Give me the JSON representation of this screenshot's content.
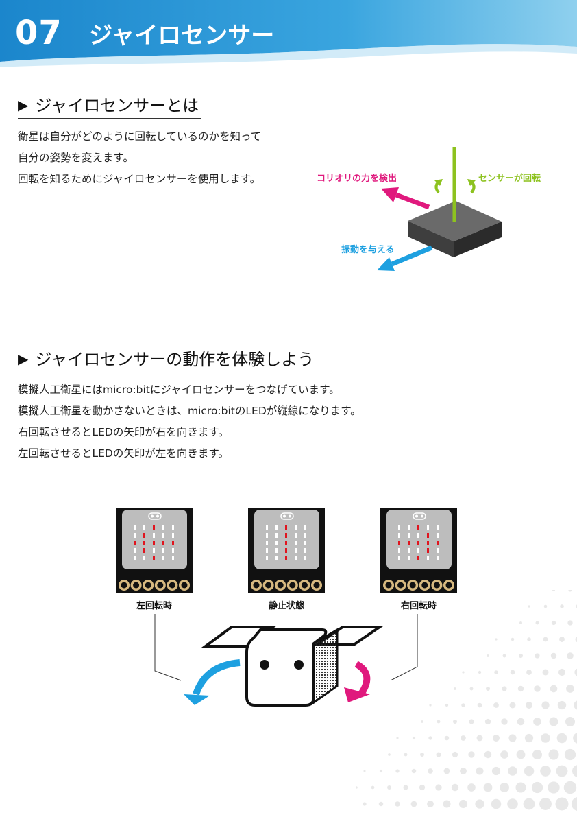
{
  "header": {
    "number": "07",
    "title": "ジャイロセンサー"
  },
  "section1": {
    "heading": "ジャイロセンサーとは",
    "lines": [
      "衛星は自分がどのように回転しているのかを知って",
      "自分の姿勢を変えます。",
      "回転を知るためにジャイロセンサーを使用します。"
    ]
  },
  "diagram1": {
    "coriolis_label": "コリオリの力を検出",
    "sensor_label": "センサーが回転",
    "vibration_label": "振動を与える",
    "colors": {
      "magenta": "#e0197d",
      "green": "#8dc21f",
      "blue": "#1ea0e0"
    }
  },
  "section2": {
    "heading": "ジャイロセンサーの動作を体験しよう",
    "lines": [
      "模擬人工衛星にはmicro:bitにジャイロセンサーをつなげています。",
      "模擬人工衛星を動かさないときは、micro:bitのLEDが縦線になります。",
      "右回転させるとLEDの矢印が右を向きます。",
      "左回転させるとLEDの矢印が左を向きます。"
    ]
  },
  "boards": [
    {
      "caption": "左回転時",
      "pattern": [
        "00100",
        "01000",
        "11111",
        "01000",
        "00100"
      ]
    },
    {
      "caption": "静止状態",
      "pattern": [
        "00100",
        "00100",
        "00100",
        "00100",
        "00100"
      ]
    },
    {
      "caption": "右回転時",
      "pattern": [
        "00100",
        "00010",
        "11111",
        "00010",
        "00100"
      ]
    }
  ]
}
